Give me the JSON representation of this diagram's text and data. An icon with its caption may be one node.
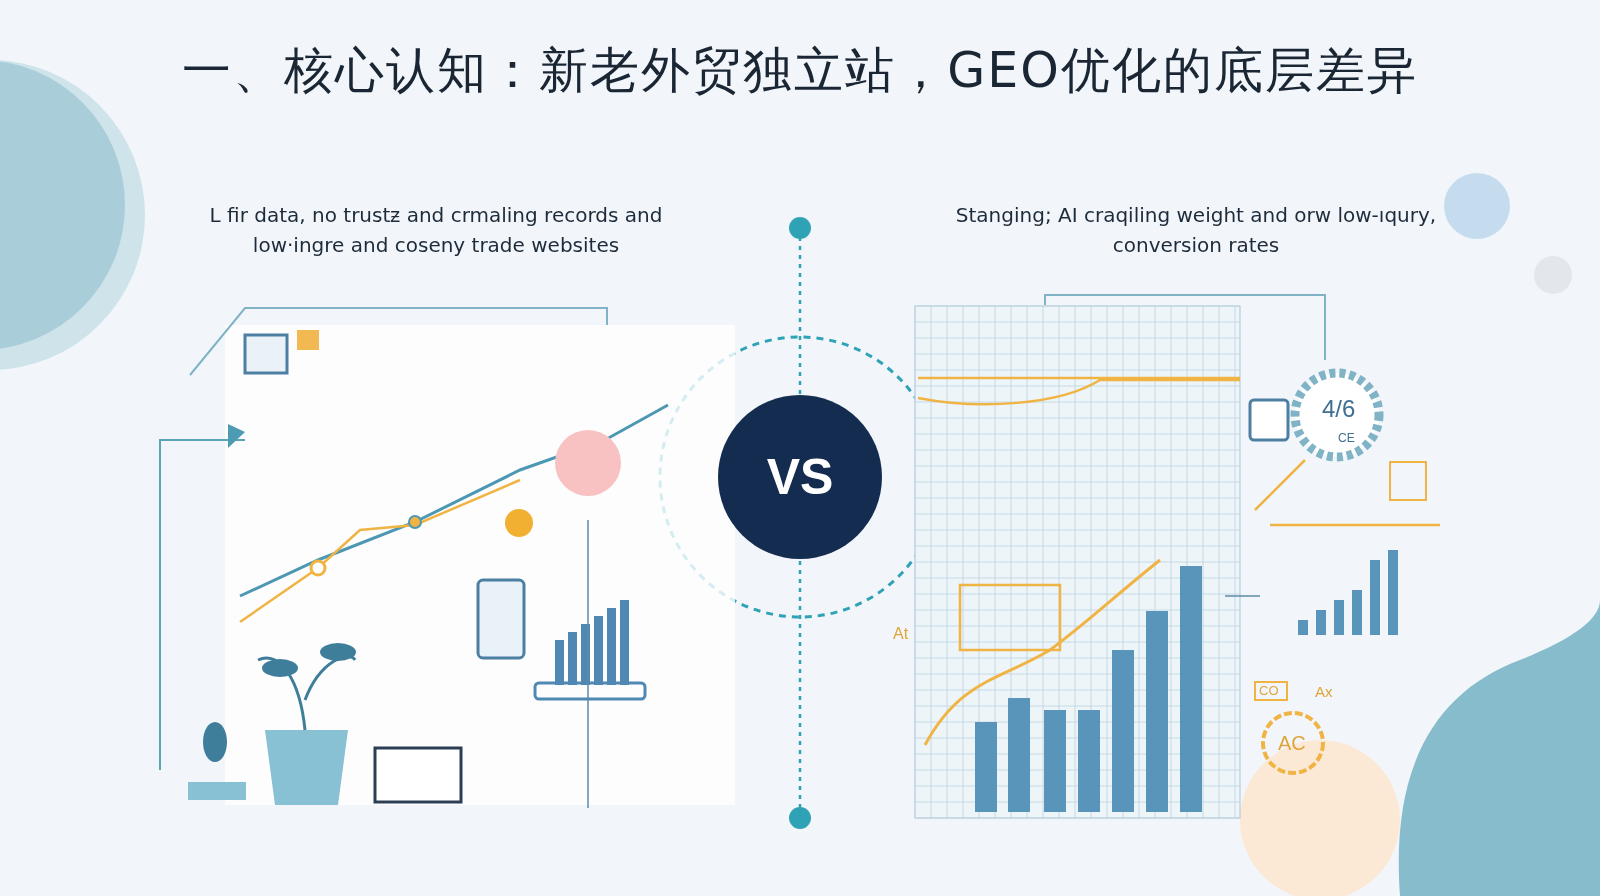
{
  "diagram": {
    "title": "一、核心认知：新老外贸独立站，GEO优化的底层差异",
    "nodes": [
      {
        "text": [
          "VS"
        ]
      }
    ],
    "labels": [
      "L fir data, no trustᵶ and crmaling records and low·ingre and coseny trade websites",
      "Stanging; AI craqiling weight and orw low-ıqury, conversion rates",
      "4/6",
      "CE",
      "CO",
      "Ax",
      "AC",
      "At"
    ]
  }
}
